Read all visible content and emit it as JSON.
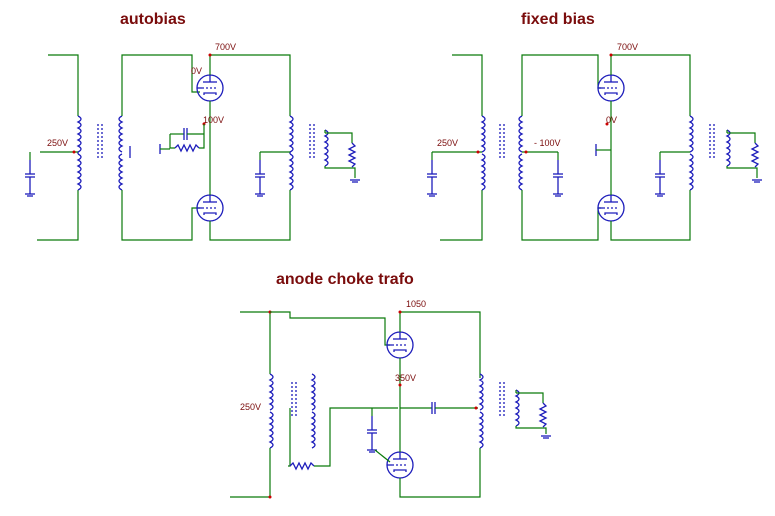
{
  "diagrams": {
    "autobias": {
      "title": "autobias",
      "v_supply": "700V",
      "v_mid": "0V",
      "v_cathode": "100V",
      "v_grid": "250V"
    },
    "fixed_bias": {
      "title": "fixed bias",
      "v_supply": "700V",
      "v_mid": "0V",
      "v_bias": "- 100V",
      "v_grid": "250V"
    },
    "anode_choke": {
      "title": "anode choke trafo",
      "v_supply": "1050",
      "v_mid": "350V",
      "v_grid": "250V"
    }
  },
  "colors": {
    "wire": "#0a7a0a",
    "component": "#1d1dbb",
    "label": "#7a0c0c",
    "node": "#cc0000"
  }
}
